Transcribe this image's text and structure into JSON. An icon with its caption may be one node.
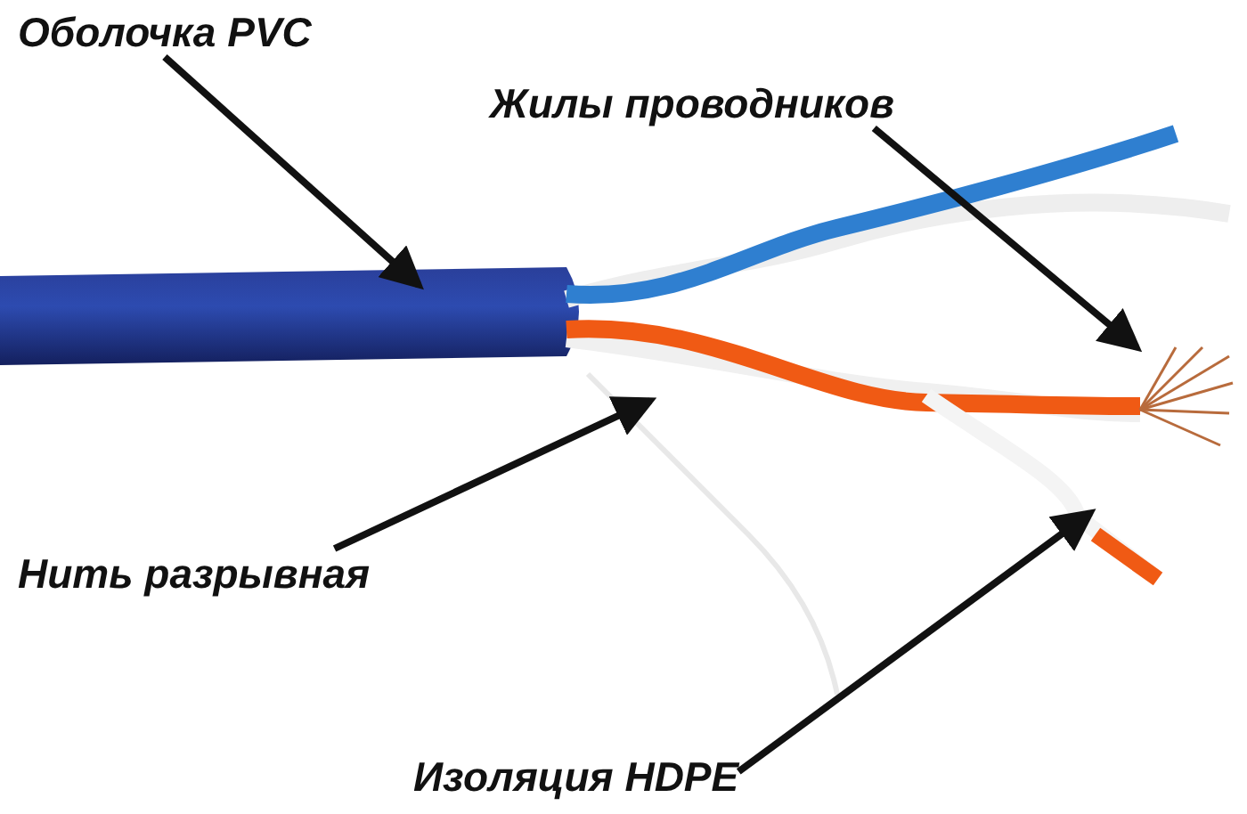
{
  "diagram": {
    "nodes": [
      {
        "text": [
          "Оболочка PVC"
        ]
      },
      {
        "text": [
          "Жилы проводников"
        ]
      },
      {
        "text": [
          "Нить разрывная"
        ]
      },
      {
        "text": [
          "Изоляция HDPE"
        ]
      }
    ],
    "edges": [
      {
        "from": 0,
        "to": null,
        "arrow": "to"
      },
      {
        "from": 1,
        "to": null,
        "arrow": "to"
      },
      {
        "from": 2,
        "to": null,
        "arrow": "to"
      },
      {
        "from": 3,
        "to": null,
        "arrow": "to"
      }
    ]
  }
}
